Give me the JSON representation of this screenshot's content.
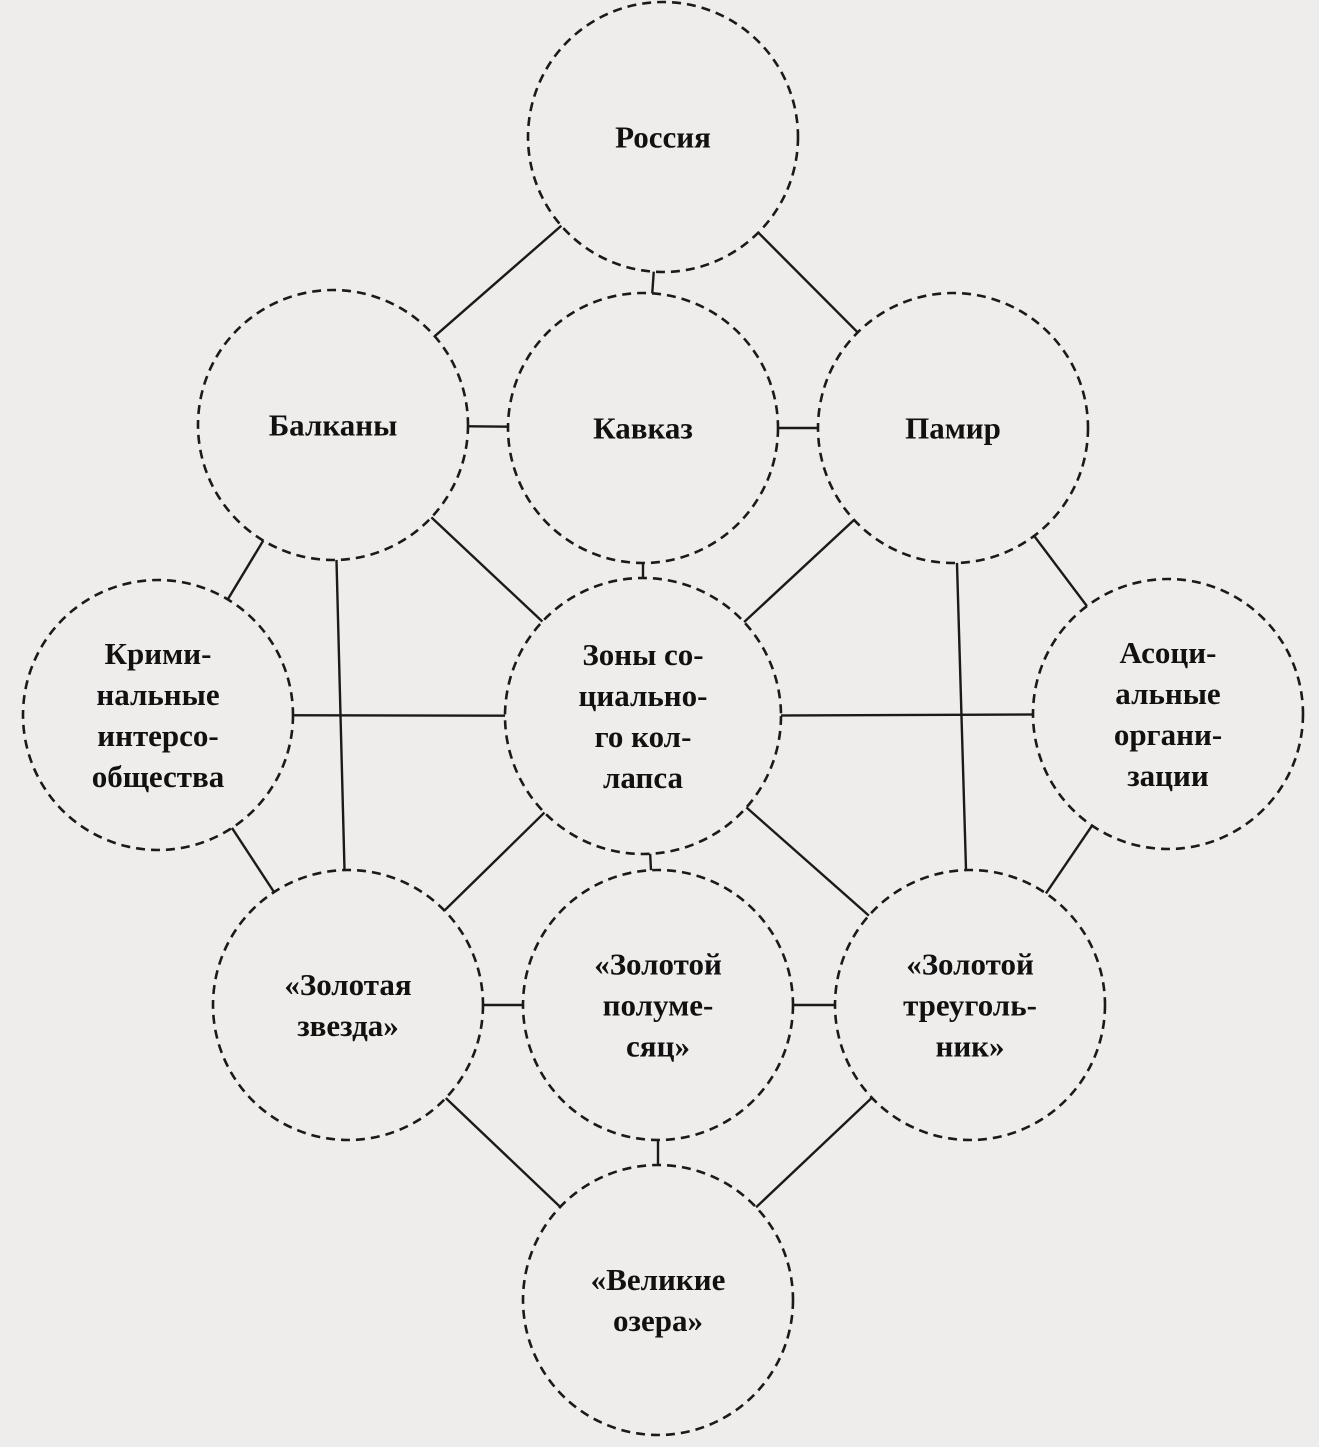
{
  "diagram": {
    "nodes": [
      {
        "id": "russia",
        "lines": [
          "Россия"
        ]
      },
      {
        "id": "balkans",
        "lines": [
          "Балканы"
        ]
      },
      {
        "id": "caucasus",
        "lines": [
          "Кавказ"
        ]
      },
      {
        "id": "pamir",
        "lines": [
          "Памир"
        ]
      },
      {
        "id": "criminal",
        "lines": [
          "Крими-",
          "нальные",
          "интерсо-",
          "общества"
        ]
      },
      {
        "id": "collapse",
        "lines": [
          "Зоны со-",
          "циально-",
          "го кол-",
          "лапса"
        ]
      },
      {
        "id": "asocial",
        "lines": [
          "Асоци-",
          "альные",
          "органи-",
          "зации"
        ]
      },
      {
        "id": "star",
        "lines": [
          "«Золотая",
          "звезда»"
        ]
      },
      {
        "id": "crescent",
        "lines": [
          "«Золотой",
          "полуме-",
          "сяц»"
        ]
      },
      {
        "id": "triangle",
        "lines": [
          "«Золотой",
          "треуголь-",
          "ник»"
        ]
      },
      {
        "id": "lakes",
        "lines": [
          "«Великие",
          "озера»"
        ]
      }
    ],
    "edges": [
      [
        "russia",
        "balkans"
      ],
      [
        "russia",
        "caucasus"
      ],
      [
        "russia",
        "pamir"
      ],
      [
        "balkans",
        "caucasus"
      ],
      [
        "caucasus",
        "pamir"
      ],
      [
        "balkans",
        "criminal"
      ],
      [
        "balkans",
        "collapse"
      ],
      [
        "balkans",
        "star"
      ],
      [
        "caucasus",
        "collapse"
      ],
      [
        "pamir",
        "collapse"
      ],
      [
        "pamir",
        "asocial"
      ],
      [
        "pamir",
        "triangle"
      ],
      [
        "criminal",
        "collapse"
      ],
      [
        "collapse",
        "asocial"
      ],
      [
        "criminal",
        "star"
      ],
      [
        "asocial",
        "triangle"
      ],
      [
        "collapse",
        "star"
      ],
      [
        "collapse",
        "crescent"
      ],
      [
        "collapse",
        "triangle"
      ],
      [
        "star",
        "crescent"
      ],
      [
        "crescent",
        "triangle"
      ],
      [
        "star",
        "lakes"
      ],
      [
        "crescent",
        "lakes"
      ],
      [
        "triangle",
        "lakes"
      ]
    ]
  }
}
